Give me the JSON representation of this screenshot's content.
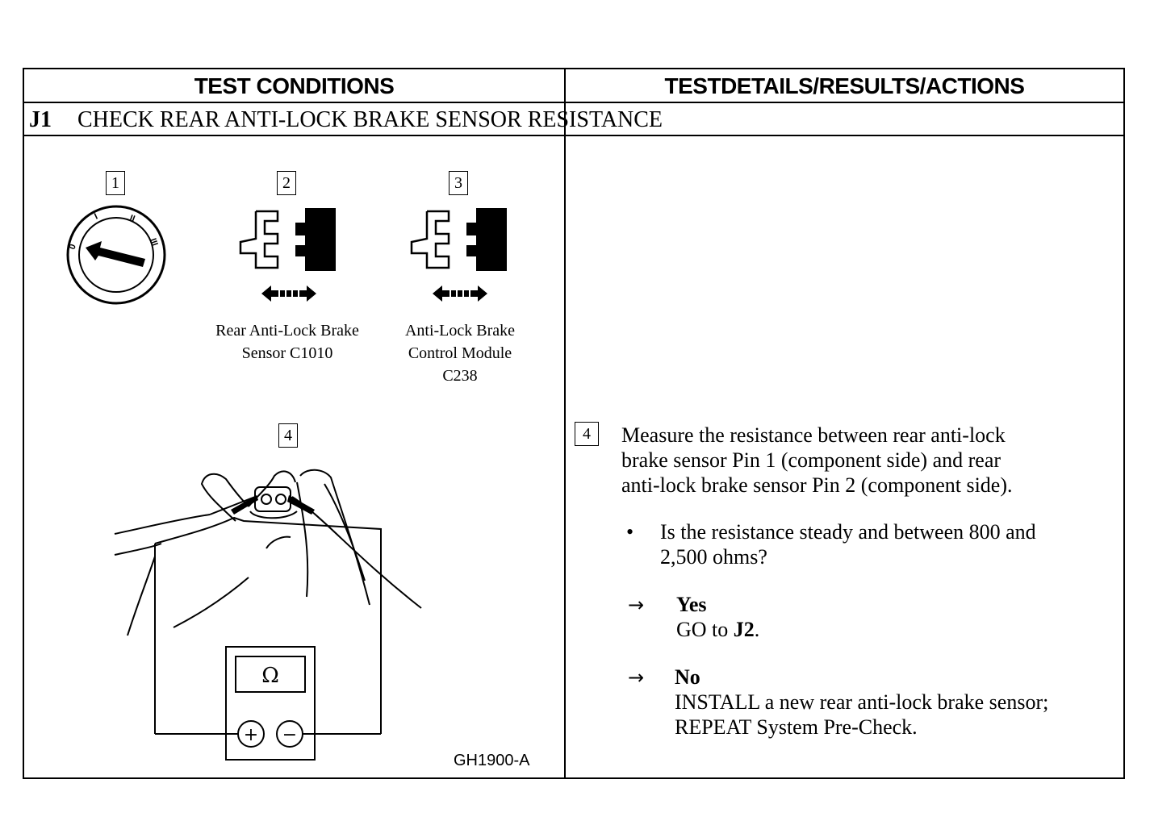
{
  "header": {
    "left_title": "TEST CONDITIONS",
    "right_title": "TESTDETAILS/RESULTS/ACTIONS"
  },
  "step": {
    "id": "J1",
    "title": "CHECK REAR ANTI-LOCK BRAKE SENSOR RESISTANCE"
  },
  "figures": {
    "box1": "1",
    "box2": "2",
    "box3": "3",
    "box4": "4",
    "ignition_positions": [
      "0",
      "I",
      "II",
      "III"
    ],
    "caption2_line1": "Rear Anti-Lock Brake",
    "caption2_line2": "Sensor C1010",
    "caption3_line1": "Anti-Lock Brake",
    "caption3_line2": "Control Module",
    "caption3_line3": "C238",
    "meter_symbol": "Ω",
    "plus": "+",
    "minus": "−",
    "figure_code": "GH1900-A"
  },
  "details": {
    "box4": "4",
    "instruction_line1": "Measure the resistance between rear anti-lock",
    "instruction_line2": "brake sensor Pin 1 (component side) and rear",
    "instruction_line3": "anti-lock brake sensor Pin 2 (component side).",
    "bullet": "•",
    "question_line1": "Is the resistance steady and between 800 and",
    "question_line2": "2,500 ohms?",
    "arrow": "→",
    "yes_label": "Yes",
    "yes_action_prefix": "GO to ",
    "yes_action_target": "J2",
    "yes_action_suffix": ".",
    "no_label": "No",
    "no_action_line1": "INSTALL a new rear anti-lock brake sensor;",
    "no_action_line2": "REPEAT System Pre-Check."
  }
}
